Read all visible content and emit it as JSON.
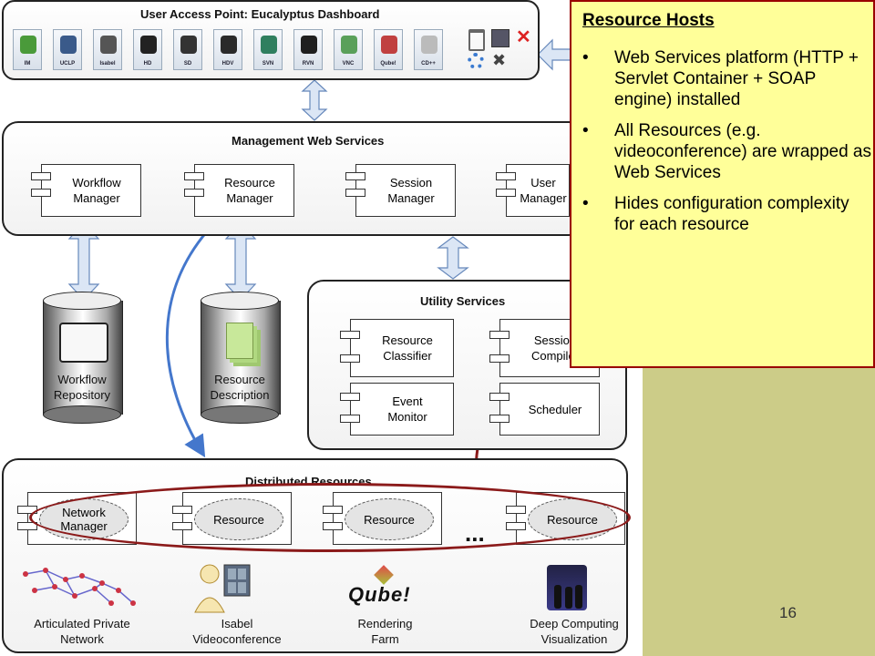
{
  "dashboard": {
    "title": "User Access Point: Eucalyptus Dashboard",
    "buttons": [
      {
        "label": "IM",
        "color": "#4a9a3a"
      },
      {
        "label": "UCLP",
        "color": "#3a5a8a"
      },
      {
        "label": "Isabel",
        "color": "#555555"
      },
      {
        "label": "HD",
        "color": "#222222"
      },
      {
        "label": "SD",
        "color": "#333333"
      },
      {
        "label": "HDV",
        "color": "#2a2a2a"
      },
      {
        "label": "SVN",
        "color": "#2f7f5f"
      },
      {
        "label": "RVN",
        "color": "#1f1f1f"
      },
      {
        "label": "VNC",
        "color": "#5aa05a"
      },
      {
        "label": "Qube!",
        "color": "#c04040"
      },
      {
        "label": "CD++",
        "color": "#bbbbbb"
      }
    ]
  },
  "management": {
    "title": "Management Web Services",
    "components": [
      "Workflow\nManager",
      "Resource\nManager",
      "Session\nManager",
      "User\nManager"
    ]
  },
  "repositories": [
    {
      "label": "Workflow\nRepository"
    },
    {
      "label": "Resource\nDescription"
    }
  ],
  "utility": {
    "title": "Utility Services",
    "components": [
      "Resource\nClassifier",
      "Session\nCompiler",
      "Event\nMonitor",
      "Scheduler"
    ]
  },
  "distributed": {
    "title": "Distributed Resources",
    "nodes": [
      "Network\nManager",
      "Resource",
      "Resource",
      "Resource"
    ],
    "ellipsis": "...",
    "bottom_labels": [
      "Articulated Private\nNetwork",
      "Isabel\nVideoconference",
      "Rendering\nFarm",
      "Deep Computing\nVisualization"
    ],
    "qube_logo": "Qube!"
  },
  "note": {
    "title": "Resource Hosts",
    "bullet": "•",
    "items": [
      "Web Services platform (HTTP + Servlet Container + SOAP engine) installed",
      "All Resources (e.g. videoconference) are wrapped as Web Services",
      "Hides configuration complexity for each resource"
    ]
  },
  "page_number": "16",
  "colors": {
    "accent": "#990000",
    "note_bg": "#ffff99",
    "side_bg": "#cccc88",
    "arrow": "#4477cc"
  }
}
